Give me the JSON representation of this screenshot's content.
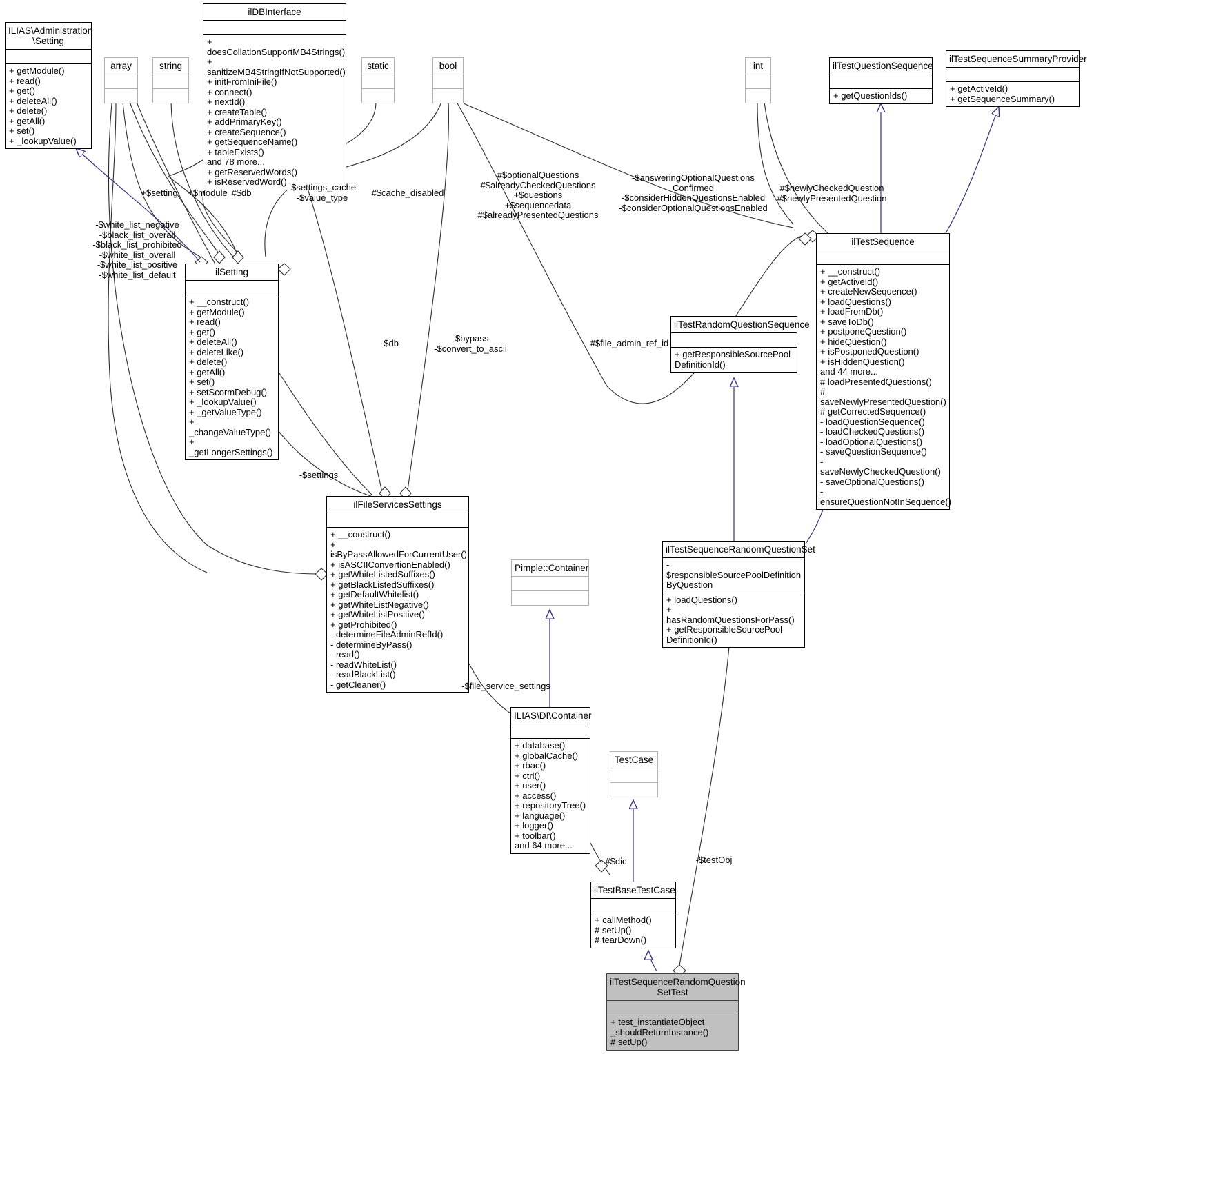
{
  "diagram": {
    "type": "uml-class-diagram",
    "title": "ilTestSequenceRandomQuestionSetTest collaboration diagram",
    "background": "#ffffff",
    "inheritance_color": "#31318c",
    "aggregation_color": "#2d2d2d",
    "highlight_fill": "#c0c0c0"
  },
  "nodes": [
    {
      "id": "ilias_setting",
      "name": "ILIAS\\Administration\n\\Setting",
      "attrs": "",
      "ops": "+ getModule()\n+ read()\n+ get()\n+ deleteAll()\n+ delete()\n+ getAll()\n+ set()\n+ _lookupValue()"
    },
    {
      "id": "array",
      "name": "array",
      "attrs": "",
      "ops": ""
    },
    {
      "id": "string",
      "name": "string",
      "attrs": "",
      "ops": ""
    },
    {
      "id": "ildbinterface",
      "name": "ilDBInterface",
      "attrs": "",
      "ops": "+ doesCollationSupportMB4Strings()\n+ sanitizeMB4StringIfNotSupported()\n+ initFromIniFile()\n+ connect()\n+ nextId()\n+ createTable()\n+ addPrimaryKey()\n+ createSequence()\n+ getSequenceName()\n+ tableExists()\nand 78 more...\n+ getReservedWords()\n+ isReservedWord()"
    },
    {
      "id": "static",
      "name": "static",
      "attrs": "",
      "ops": ""
    },
    {
      "id": "bool",
      "name": "bool",
      "attrs": "",
      "ops": ""
    },
    {
      "id": "int",
      "name": "int",
      "attrs": "",
      "ops": ""
    },
    {
      "id": "iltestquestionsequence",
      "name": "ilTestQuestionSequence",
      "attrs": "",
      "ops": "+ getQuestionIds()"
    },
    {
      "id": "iltestsequencesummaryprovider",
      "name": "ilTestSequenceSummaryProvider",
      "attrs": "",
      "ops": "+ getActiveId()\n+ getSequenceSummary()"
    },
    {
      "id": "ilsetting",
      "name": "ilSetting",
      "attrs": "",
      "ops": "+ __construct()\n+ getModule()\n+ read()\n+ get()\n+ deleteAll()\n+ deleteLike()\n+ delete()\n+ getAll()\n+ set()\n+ setScormDebug()\n+ _lookupValue()\n+ _getValueType()\n+ _changeValueType()\n+ _getLongerSettings()"
    },
    {
      "id": "iltestsequence",
      "name": "ilTestSequence",
      "attrs": "",
      "ops": "+ __construct()\n+ getActiveId()\n+ createNewSequence()\n+ loadQuestions()\n+ loadFromDb()\n+ saveToDb()\n+ postponeQuestion()\n+ hideQuestion()\n+ isPostponedQuestion()\n+ isHiddenQuestion()\nand 44 more...\n# loadPresentedQuestions()\n# saveNewlyPresentedQuestion()\n# getCorrectedSequence()\n- loadQuestionSequence()\n- loadCheckedQuestions()\n- loadOptionalQuestions()\n- saveQuestionSequence()\n- saveNewlyCheckedQuestion()\n- saveOptionalQuestions()\n- ensureQuestionNotInSequence()"
    },
    {
      "id": "iltestrandomquestionsequence",
      "name": "ilTestRandomQuestionSequence",
      "attrs": "",
      "ops": "+ getResponsibleSourcePool\nDefinitionId()"
    },
    {
      "id": "ilfileservicessettings",
      "name": "ilFileServicesSettings",
      "attrs": "",
      "ops": "+ __construct()\n+ isByPassAllowedForCurrentUser()\n+ isASCIIConvertionEnabled()\n+ getWhiteListedSuffixes()\n+ getBlackListedSuffixes()\n+ getDefaultWhitelist()\n+ getWhiteListNegative()\n+ getWhiteListPositive()\n+ getProhibited()\n- determineFileAdminRefId()\n- determineByPass()\n- read()\n- readWhiteList()\n- readBlackList()\n- getCleaner()"
    },
    {
      "id": "iltestsequencerandomquestionset",
      "name": "ilTestSequenceRandomQuestionSet",
      "attrs": "- $responsibleSourcePoolDefinition\nByQuestion",
      "ops": "+ loadQuestions()\n+ hasRandomQuestionsForPass()\n+ getResponsibleSourcePool\nDefinitionId()"
    },
    {
      "id": "pimple_container",
      "name": "Pimple::Container",
      "attrs": "",
      "ops": ""
    },
    {
      "id": "ilias_di_container",
      "name": "ILIAS\\DI\\Container",
      "attrs": "",
      "ops": "+ database()\n+ globalCache()\n+ rbac()\n+ ctrl()\n+ user()\n+ access()\n+ repositoryTree()\n+ language()\n+ logger()\n+ toolbar()\nand 64 more..."
    },
    {
      "id": "testcase",
      "name": "TestCase",
      "attrs": "",
      "ops": ""
    },
    {
      "id": "iltestbasetestcase",
      "name": "ilTestBaseTestCase",
      "attrs": "",
      "ops": "+ callMethod()\n# setUp()\n# tearDown()"
    },
    {
      "id": "iltestsequencerandomquestionsettest",
      "name": "ilTestSequenceRandomQuestion\nSetTest",
      "attrs": "",
      "ops": "+ test_instantiateObject\n_shouldReturnInstance()\n# setUp()"
    }
  ],
  "edge_labels": [
    {
      "id": "l_setting",
      "text": "+$setting"
    },
    {
      "id": "l_module",
      "text": "+$module"
    },
    {
      "id": "l_db_top",
      "text": "#$db"
    },
    {
      "id": "l_settings_cache",
      "text": "-$settings_cache\n-$value_type"
    },
    {
      "id": "l_cache_disabled",
      "text": "#$cache_disabled"
    },
    {
      "id": "l_optional_questions",
      "text": "#$optionalQuestions\n#$alreadyCheckedQuestions\n+$questions\n+$sequencedata\n#$alreadyPresentedQuestions"
    },
    {
      "id": "l_answering",
      "text": "-$answeringOptionalQuestions\nConfirmed\n-$considerHiddenQuestionsEnabled\n-$considerOptionalQuestionsEnabled"
    },
    {
      "id": "l_newly",
      "text": "#$newlyCheckedQuestion\n#$newlyPresentedQuestion"
    },
    {
      "id": "l_whitelist",
      "text": "-$white_list_negative\n-$black_list_overall\n-$black_list_prohibited\n-$white_list_overall\n-$white_list_positive\n-$white_list_default"
    },
    {
      "id": "l_db_mid",
      "text": "-$db"
    },
    {
      "id": "l_bypass",
      "text": "-$bypass\n-$convert_to_ascii"
    },
    {
      "id": "l_file_admin_ref_id",
      "text": "#$file_admin_ref_id"
    },
    {
      "id": "l_settings",
      "text": "-$settings"
    },
    {
      "id": "l_file_service_settings",
      "text": "-$file_service_settings"
    },
    {
      "id": "l_dic",
      "text": "#$dic"
    },
    {
      "id": "l_testobj",
      "text": "-$testObj"
    }
  ]
}
